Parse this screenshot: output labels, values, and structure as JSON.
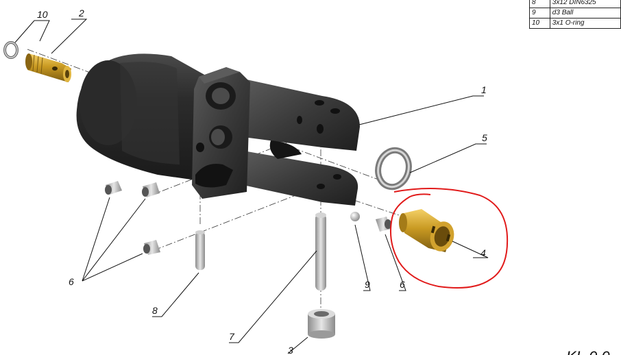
{
  "bom_rows": [
    {
      "num": "8",
      "desc": "3x12 DIN6325"
    },
    {
      "num": "9",
      "desc": "d3 Ball"
    },
    {
      "num": "10",
      "desc": "3x1 O-ring"
    }
  ],
  "callouts": {
    "c1": "1",
    "c2": "2",
    "c3": "3",
    "c4": "4",
    "c5": "5",
    "c6a": "6",
    "c6b": "6",
    "c7": "7",
    "c8": "8",
    "c9": "9",
    "c10": "10"
  },
  "corner_text": "KL.0.0",
  "colors": {
    "body": "#3a3a3a",
    "brass": "#c99a22",
    "steel": "#b9b9b9",
    "highlight": "#e11a1a"
  }
}
